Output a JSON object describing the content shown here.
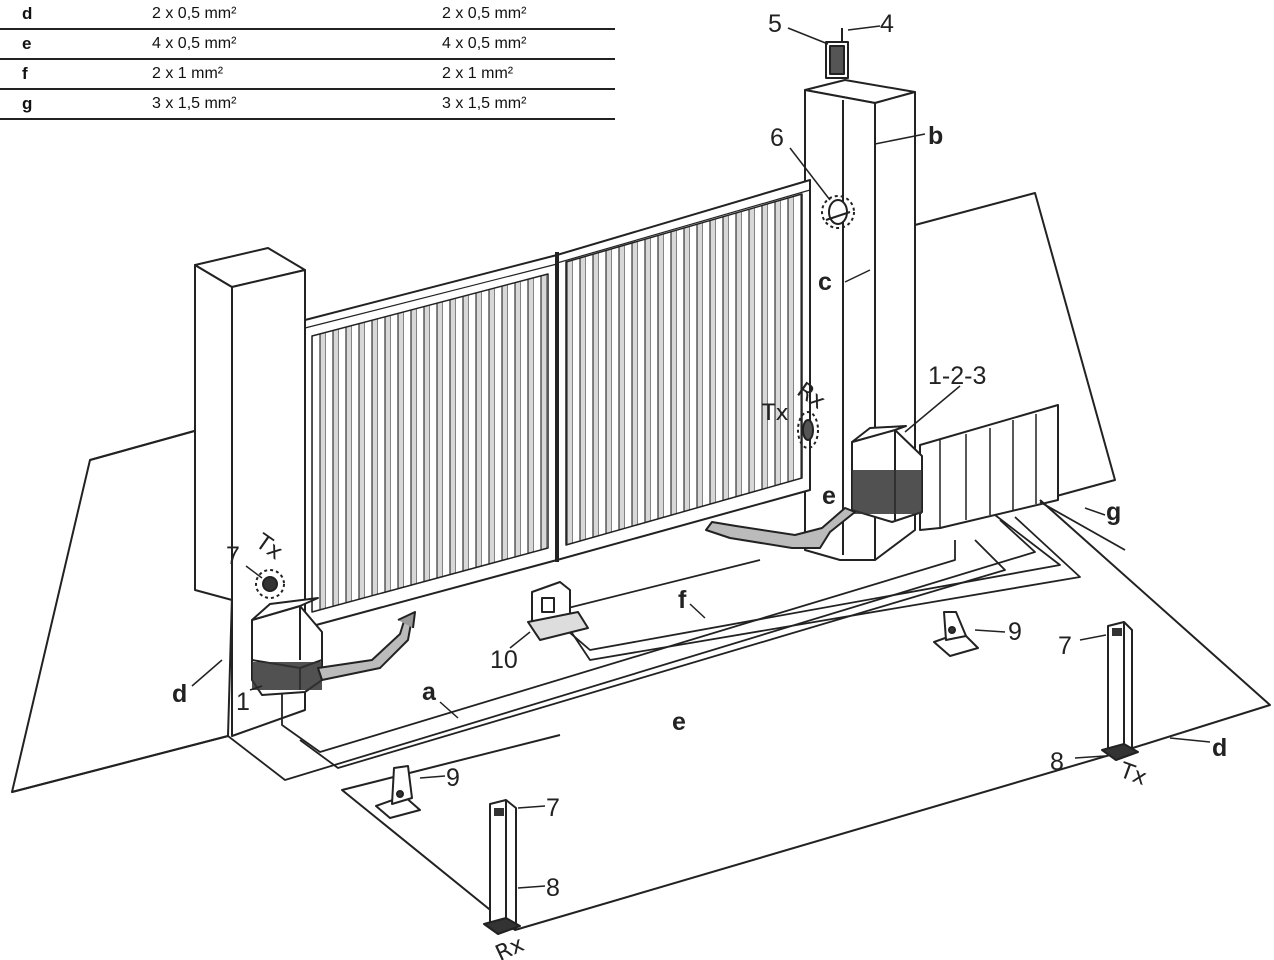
{
  "cable_table": [
    {
      "code": "d",
      "col1": "2 x 0,5 mm²",
      "col2": "2 x 0,5 mm²"
    },
    {
      "code": "e",
      "col1": "4 x 0,5 mm²",
      "col2": "4 x 0,5 mm²"
    },
    {
      "code": "f",
      "col1": "2 x 1 mm²",
      "col2": "2 x 1 mm²"
    },
    {
      "code": "g",
      "col1": "3 x 1,5 mm²",
      "col2": "3 x 1,5 mm²"
    }
  ],
  "labels": {
    "n1": "1",
    "n123": "1-2-3",
    "n4": "4",
    "n5": "5",
    "n6": "6",
    "n7": "7",
    "n8": "8",
    "n9": "9",
    "n10": "10",
    "a": "a",
    "b": "b",
    "c": "c",
    "d": "d",
    "e": "e",
    "f": "f",
    "g": "g",
    "tx": "Tx",
    "rx": "Rx"
  }
}
